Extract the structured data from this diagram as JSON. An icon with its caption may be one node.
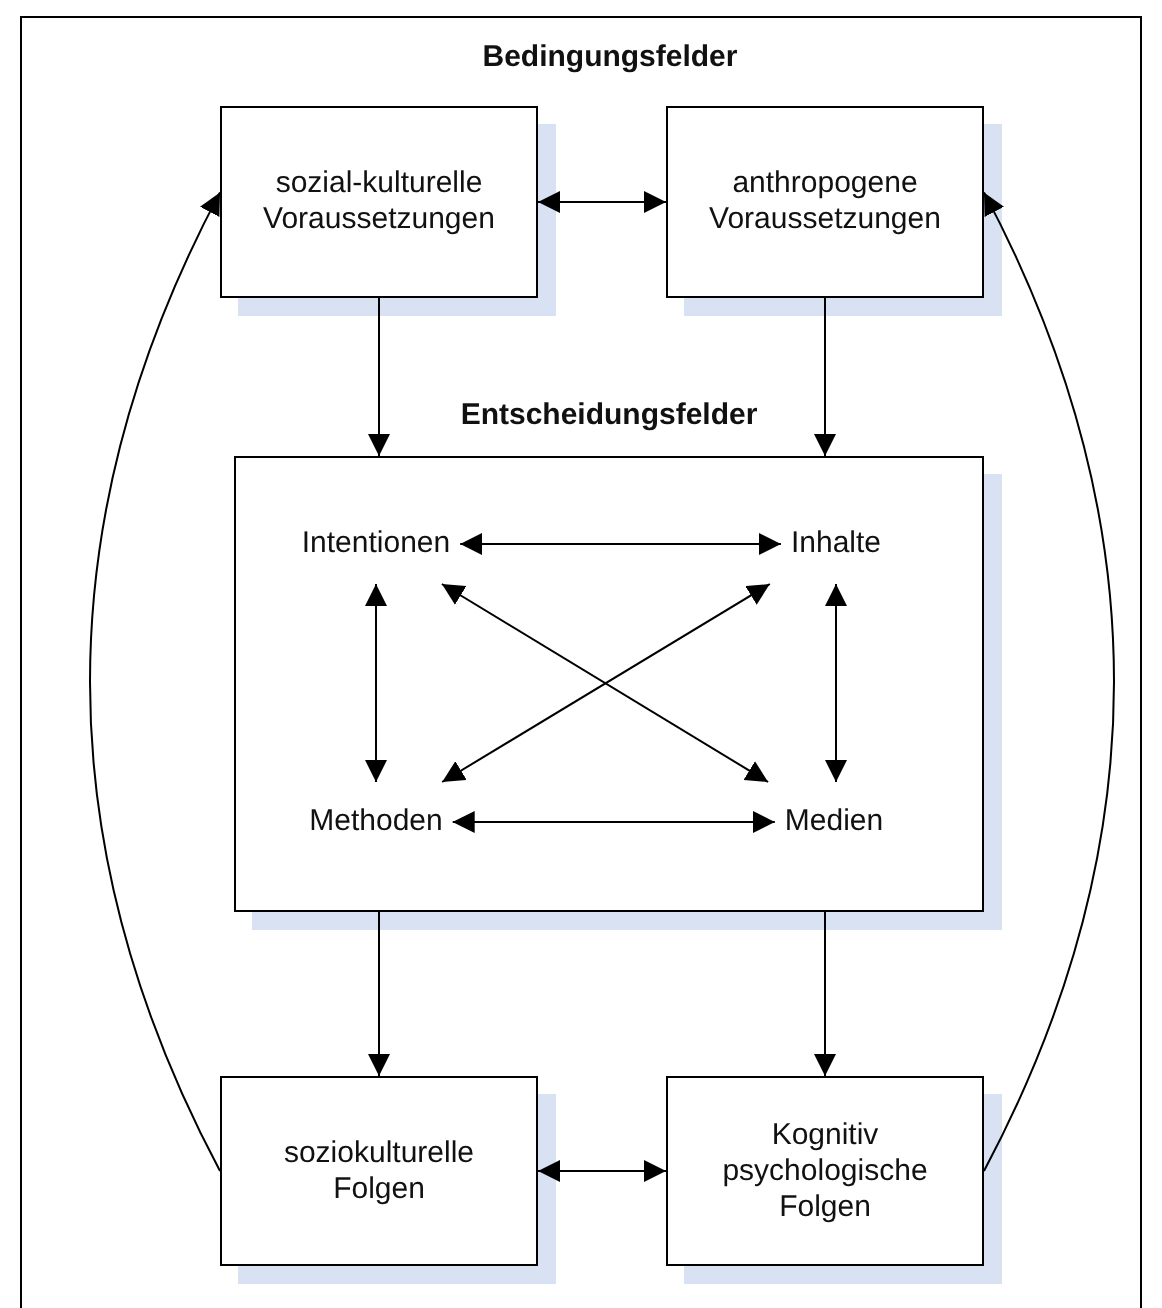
{
  "diagram": {
    "title": "Bedingungsfelder",
    "nodes": [
      {
        "text": [
          "sozial-kulturelle Voraussetzungen"
        ]
      },
      {
        "text": [
          "anthropogene Voraussetzungen"
        ]
      },
      {
        "text": [
          "Entscheidungsfelder"
        ]
      },
      {
        "text": [
          "Intentionen"
        ],
        "in": 2
      },
      {
        "text": [
          "Inhalte"
        ],
        "in": 2
      },
      {
        "text": [
          "Methoden"
        ],
        "in": 2
      },
      {
        "text": [
          "Medien"
        ],
        "in": 2
      },
      {
        "text": [
          "soziokulturelle Folgen"
        ]
      },
      {
        "text": [
          "Kognitiv psychologische Folgen"
        ]
      }
    ],
    "edges": [
      {
        "from": 0,
        "to": 1,
        "arrow": "both"
      },
      {
        "from": 0,
        "to": 2,
        "arrow": "to"
      },
      {
        "from": 1,
        "to": 2,
        "arrow": "to"
      },
      {
        "from": 3,
        "to": 4,
        "arrow": "both"
      },
      {
        "from": 3,
        "to": 5,
        "arrow": "both"
      },
      {
        "from": 3,
        "to": 6,
        "arrow": "both"
      },
      {
        "from": 4,
        "to": 5,
        "arrow": "both"
      },
      {
        "from": 4,
        "to": 6,
        "arrow": "both"
      },
      {
        "from": 5,
        "to": 6,
        "arrow": "both"
      },
      {
        "from": 2,
        "to": 7,
        "arrow": "to"
      },
      {
        "from": 2,
        "to": 8,
        "arrow": "to"
      },
      {
        "from": 7,
        "to": 8,
        "arrow": "both"
      },
      {
        "from": 7,
        "to": 0,
        "arrow": "to"
      },
      {
        "from": 8,
        "to": 1,
        "arrow": "to"
      }
    ]
  }
}
